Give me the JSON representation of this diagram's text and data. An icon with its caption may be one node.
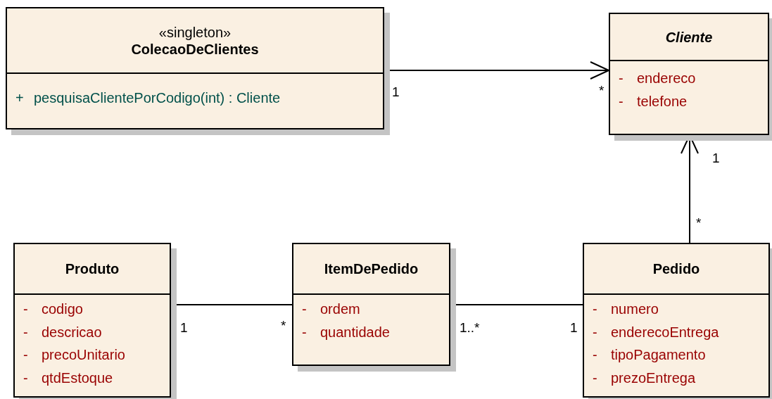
{
  "diagram": {
    "nodes": [
      {
        "text": [
          "«singleton»",
          "ColecaoDeClientes",
          "+ pesquisaClientePorCodigo(int) : Cliente"
        ]
      },
      {
        "text": [
          "Cliente",
          "- endereco",
          "- telefone"
        ]
      },
      {
        "text": [
          "Produto",
          "- codigo",
          "- descricao",
          "- precoUnitario",
          "- qtdEstoque"
        ]
      },
      {
        "text": [
          "ItemDePedido",
          "- ordem",
          "- quantidade"
        ]
      },
      {
        "text": [
          "Pedido",
          "- numero",
          "- enderecoEntrega",
          "- tipoPagamento",
          "- prezoEntrega"
        ]
      }
    ],
    "edges": [
      {
        "from": 0,
        "to": 1,
        "arrow": "to"
      },
      {
        "from": 4,
        "to": 1,
        "arrow": "to"
      },
      {
        "from": 2,
        "to": 3,
        "arrow": "none"
      },
      {
        "from": 3,
        "to": 4,
        "arrow": "none"
      }
    ],
    "labels": [
      "1",
      "*",
      "1",
      "*",
      "1",
      "*",
      "1..*",
      "1"
    ]
  }
}
